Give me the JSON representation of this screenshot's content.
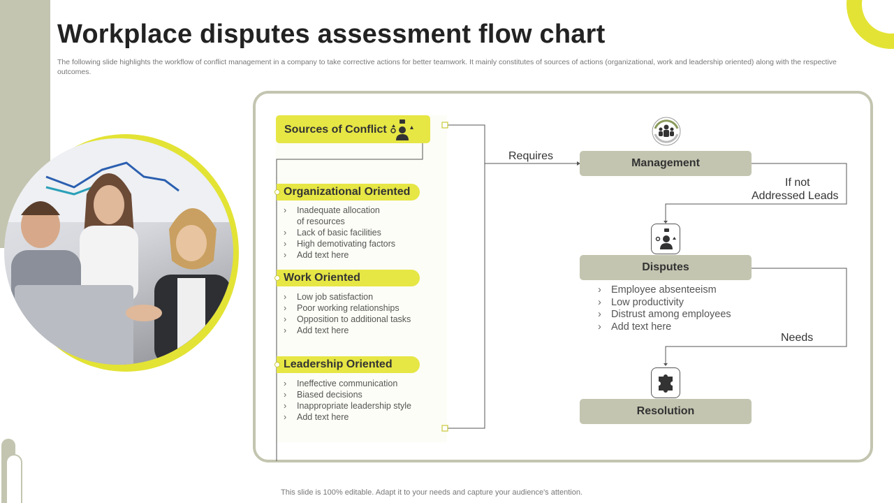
{
  "header": {
    "title": "Workplace disputes assessment flow chart",
    "subtitle": "The following slide highlights the workflow of conflict management in a company to take corrective actions for better teamwork. It mainly constitutes of sources of actions (organizational, work and leadership oriented) along with the respective outcomes."
  },
  "footer": {
    "text": "This slide is 100% editable. Adapt it to your needs and capture your audience's attention."
  },
  "sources": {
    "title": "Sources of Conflict",
    "categories": [
      {
        "label": "Organizational Oriented",
        "items": [
          "Inadequate  allocation",
          "of resources",
          "Lack of basic facilities",
          "High demotivating  factors",
          "Add text here"
        ]
      },
      {
        "label": "Work Oriented",
        "items": [
          "Low job satisfaction",
          "Poor working relationships",
          "Opposition to additional tasks",
          "Add text here"
        ]
      },
      {
        "label": "Leadership Oriented",
        "items": [
          "Ineffective  communication",
          "Biased decisions",
          "Inappropriate  leadership style",
          "Add text here"
        ]
      }
    ]
  },
  "flow": {
    "requires_label": "Requires",
    "management_label": "Management",
    "if_not_line1": "If not",
    "if_not_line2": "Addressed Leads",
    "disputes_label": "Disputes",
    "disputes_items": [
      "Employee absenteeism",
      "Low productivity",
      "Distrust among employees",
      "Add text here"
    ],
    "needs_label": "Needs",
    "resolution_label": "Resolution"
  },
  "colors": {
    "accent_yellow": "#e6e645",
    "accent_gray": "#c3c5b0"
  },
  "icons": [
    "conflict-icon",
    "team-cycle-icon",
    "dispute-icon",
    "puzzle-icon"
  ]
}
